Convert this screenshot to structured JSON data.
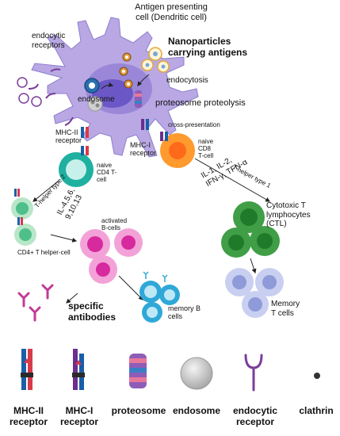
{
  "labels": {
    "apc_line1": "Antigen presenting",
    "apc_line2": "cell (Dendritic cell)",
    "endocytic_receptors_line1": "endocytic",
    "endocytic_receptors_line2": "receptors",
    "nanoparticles_line1": "Nanoparticles",
    "nanoparticles_line2": "carrying antigens",
    "endocytosis": "endocytosis",
    "endosome": "endosome",
    "proteosome_proteolysis": "proteosome proteolysis",
    "cross_presentation": "cross-presentation",
    "mhc2_receptor_line1": "MHC-II",
    "mhc2_receptor_line2": "receptor",
    "mhc1_receptor_line1": "MHC-I",
    "mhc1_receptor_line2": "receptor",
    "naive_cd4_line1": "naive",
    "naive_cd4_line2": "CD4 T-",
    "naive_cd4_line3": "cell",
    "naive_cd8_line1": "naive",
    "naive_cd8_line2": "CD8",
    "naive_cd8_line3": "T-cell",
    "t_helper_2": "T-helper type 2",
    "t_helper_1": "T-helper type 1",
    "cytokines_th2_line1": "IL-4,5,6,",
    "cytokines_th2_line2": "9,10,13",
    "cytokines_th1_line1": "IL-1, IL-2,",
    "cytokines_th1_line2": "IFN-γ, TFN-α",
    "activated_bcells_line1": "activated",
    "activated_bcells_line2": "B-cells",
    "cd4_helper_cell": "CD4+ T helper-cell",
    "ctl_line1": "Cytotoxic T",
    "ctl_line2": "lymphocytes",
    "ctl_line3": "(CTL)",
    "specific_antibodies_line1": "specific",
    "specific_antibodies_line2": "antibodies",
    "memory_b_line1": "memory B",
    "memory_b_line2": "cells",
    "memory_t_line1": "Memory",
    "memory_t_line2": "T  cells"
  },
  "legend": [
    {
      "icon": "mhc2-receptor-icon",
      "line1": "MHC-II",
      "line2": "receptor"
    },
    {
      "icon": "mhc1-receptor-icon",
      "line1": "MHC-I",
      "line2": "receptor"
    },
    {
      "icon": "proteosome-icon",
      "line1": "proteosome",
      "line2": ""
    },
    {
      "icon": "endosome-icon",
      "line1": "endosome",
      "line2": ""
    },
    {
      "icon": "endocytic-receptor-icon",
      "line1": "endocytic",
      "line2": "receptor"
    },
    {
      "icon": "clathrin-icon",
      "line1": "clathrin",
      "line2": ""
    }
  ],
  "colors": {
    "dendritic_cell": "#b9a8e3",
    "th2_cells": "#1fb0a0",
    "cd8_cell": "#ff9a2e",
    "b_cells": "#e455b5",
    "ctl": "#3f9e46",
    "memory_b": "#2fa8d8",
    "memory_t": "#8f9ad8",
    "antibodies": "#c23b95"
  }
}
